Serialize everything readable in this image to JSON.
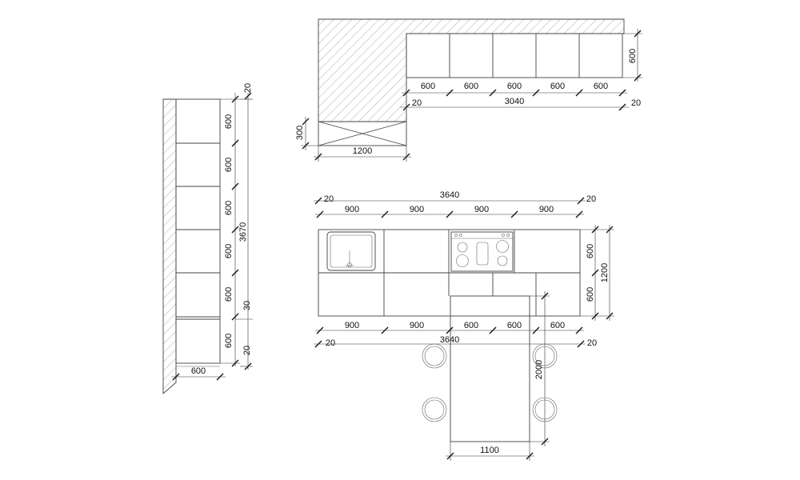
{
  "labels": {
    "d20": "20",
    "d30": "30",
    "d300": "300",
    "d600": "600",
    "d900": "900",
    "d1100": "1100",
    "d1200": "1200",
    "d2000": "2000",
    "d3040": "3040",
    "d3640": "3640",
    "d3670": "3670"
  },
  "colors": {
    "line": "#444444",
    "hatch": "#9a9a9a",
    "text": "#111111"
  }
}
